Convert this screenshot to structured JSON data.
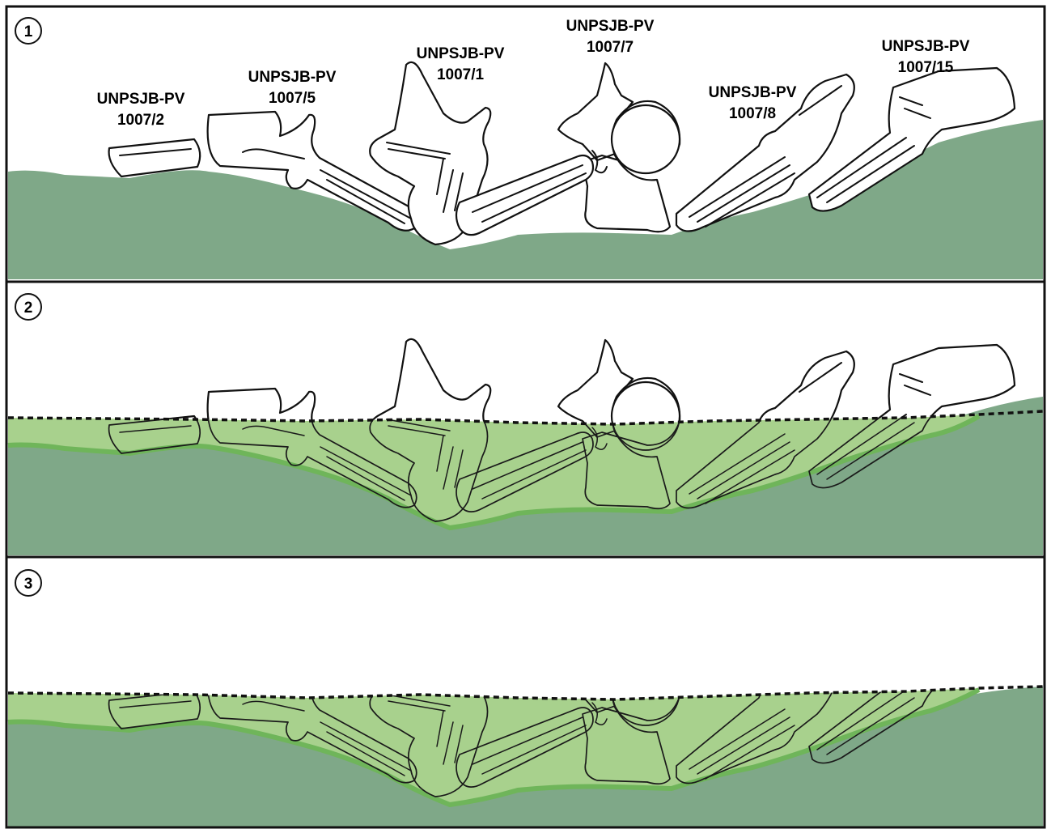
{
  "colors": {
    "ground": "#7fa888",
    "sediment": "#a8d18d",
    "sediment_rim": "#6fb55a",
    "background": "#ffffff",
    "outline": "#111111"
  },
  "panels": [
    {
      "number": "1"
    },
    {
      "number": "2"
    },
    {
      "number": "3"
    }
  ],
  "specimens": [
    {
      "line1": "UNPSJB-PV",
      "line2": "1007/2"
    },
    {
      "line1": "UNPSJB-PV",
      "line2": "1007/5"
    },
    {
      "line1": "UNPSJB-PV",
      "line2": "1007/1"
    },
    {
      "line1": "UNPSJB-PV",
      "line2": "1007/7"
    },
    {
      "line1": "UNPSJB-PV",
      "line2": "1007/8"
    },
    {
      "line1": "UNPSJB-PV",
      "line2": "1007/15"
    }
  ]
}
